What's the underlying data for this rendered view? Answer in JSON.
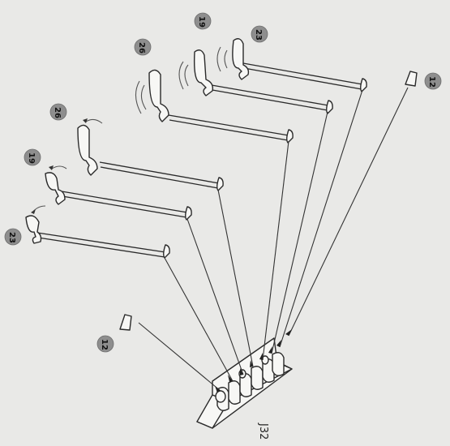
{
  "diagram": {
    "code": "J32",
    "callouts": {
      "left_bottom": "23",
      "left_middle": "19",
      "left_top": "26",
      "right_left": "26",
      "right_middle": "19",
      "right_right": "23",
      "end_cap_right": "12",
      "end_cap_left": "12"
    },
    "icons": {
      "rod_hook": "wrench-hook-rod",
      "end_cap": "end-cap-plug",
      "base": "slotted-holder-base",
      "swing": "rotation-arc-arrow"
    }
  }
}
